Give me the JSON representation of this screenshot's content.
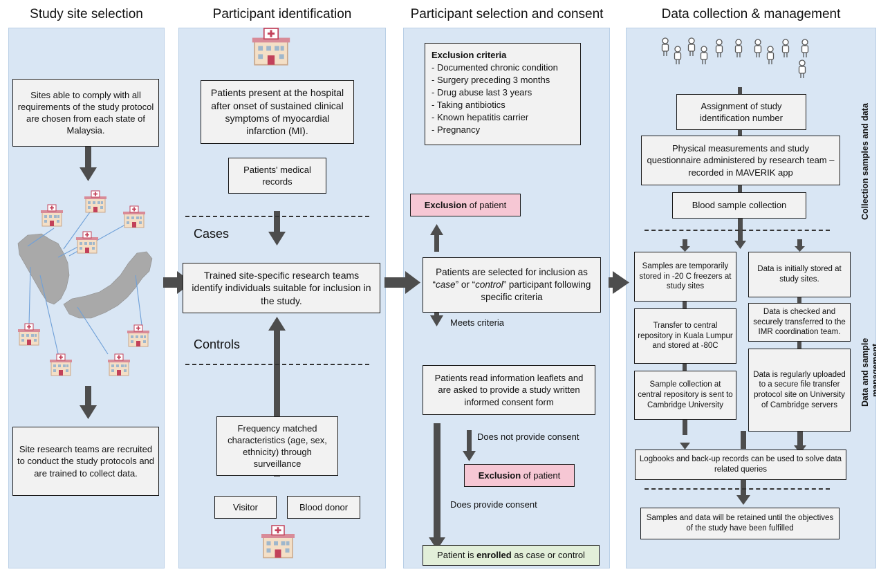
{
  "headings": {
    "col1": "Study site selection",
    "col2": "Participant identification",
    "col3": "Participant selection and consent",
    "col4": "Data collection & management"
  },
  "col1": {
    "sites_box": "Sites able to comply with all requirements of the study protocol are chosen from each state of Malaysia.",
    "teams_box": "Site research teams are recruited to conduct the study protocols and are trained to collect data."
  },
  "col2": {
    "patients_box": "Patients present at the hospital after onset of sustained clinical symptoms of myocardial infarction (MI).",
    "records_box": "Patients' medical records",
    "cases_label": "Cases",
    "trained_box": "Trained site-specific research teams identify individuals suitable for inclusion in the study.",
    "controls_label": "Controls",
    "frequency_box": "Frequency matched characteristics (age, sex, ethnicity) through surveillance",
    "visitor_box": "Visitor",
    "donor_box": "Blood donor"
  },
  "col3": {
    "exclusion_title": "Exclusion criteria",
    "exclusion_items": [
      "- Documented chronic condition",
      "- Surgery preceding 3 months",
      "- Drug abuse last 3 years",
      "- Taking antibiotics",
      "- Known hepatitis carrier",
      "- Pregnancy"
    ],
    "exclusion_patient_bold": "Exclusion",
    "exclusion_patient_rest": " of patient",
    "selected_pre": "Patients are selected for inclusion as “",
    "selected_case": "case",
    "selected_mid": "” or “",
    "selected_control": "control",
    "selected_post": "” participant following specific criteria",
    "meets_criteria": "Meets criteria",
    "leaflets_box": "Patients read information leaflets and are asked to provide a study written informed consent form",
    "no_consent": "Does not provide consent",
    "does_consent": "Does provide consent",
    "enrolled_pre": "Patient is ",
    "enrolled_bold": "enrolled",
    "enrolled_post": " as case or control"
  },
  "col4": {
    "assignment_box": "Assignment of study identification number",
    "physical_box": "Physical measurements and study questionnaire administered by research team – recorded in MAVERIK app",
    "blood_box": "Blood sample collection",
    "samples_stored_box": "Samples are temporarily stored in -20 C freezers at study sites",
    "transfer_box": "Transfer to central repository in Kuala Lumpur and stored at -80C",
    "sample_cambridge_box": "Sample collection at central repository is sent to Cambridge University",
    "data_stored_box": "Data is initially stored at study sites.",
    "data_checked_box": "Data is checked and securely transferred to the IMR coordination team.",
    "data_uploaded_box": "Data is regularly uploaded to a secure file transfer protocol site on University of Cambridge servers",
    "logbooks_box": "Logbooks and back-up records can be used to solve data related queries",
    "retained_box": "Samples and data will be retained until the objectives of the study have been fulfilled",
    "side_label_top": "Collection samples and data",
    "side_label_bottom_1": "Data and sample",
    "side_label_bottom_2": "management"
  },
  "colors": {
    "panel": "#d9e6f4",
    "box": "#f2f2f2",
    "exclusion": "#f6c7d4",
    "enrolled": "#e2efd9",
    "arrow": "#4d4d4d",
    "connector": "#6fa0d8"
  },
  "icons": [
    "hospital-icon",
    "malaysia-map",
    "people-icon",
    "arrow-right-icon",
    "arrow-down-icon"
  ]
}
